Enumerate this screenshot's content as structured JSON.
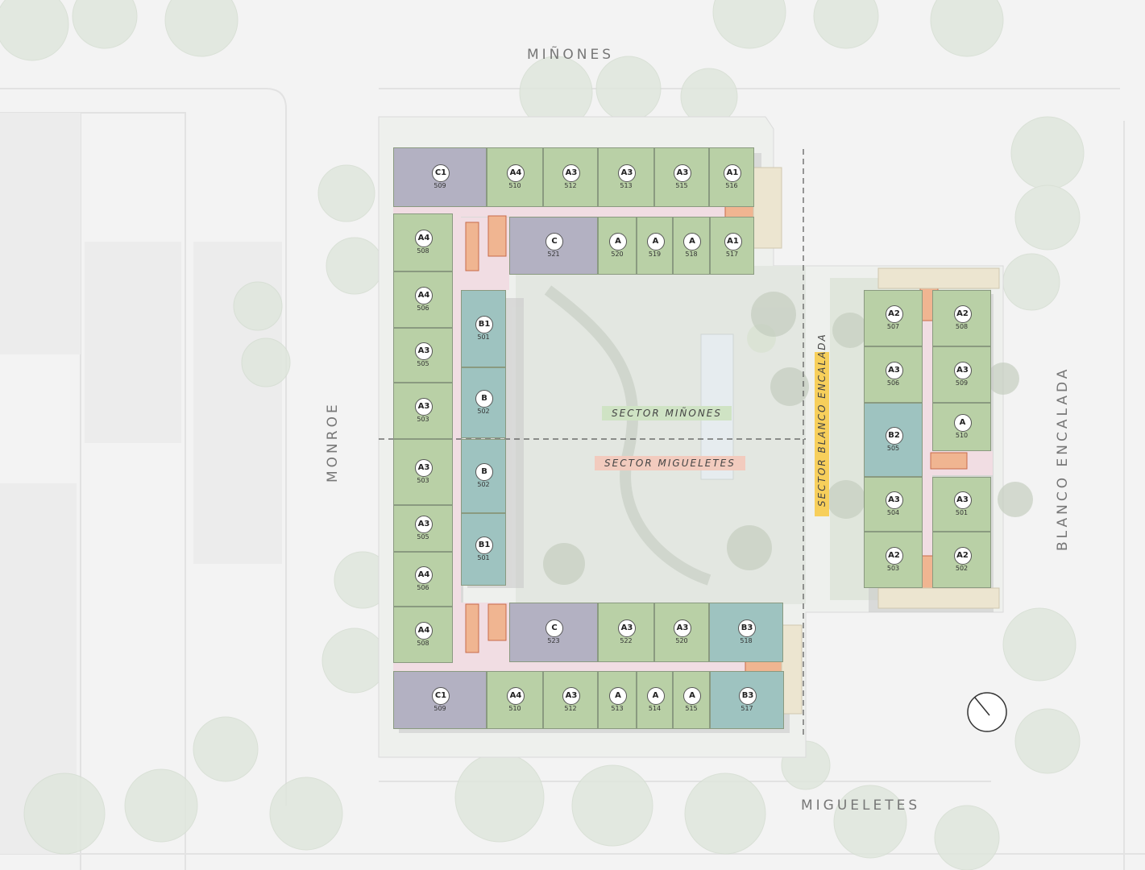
{
  "streets": {
    "north": "MIÑONES",
    "south": "MIGUELETES",
    "west": "MONROE",
    "east": "BLANCO ENCALADA"
  },
  "sectors": {
    "minones": "SECTOR MIÑONES",
    "migueletes": "SECTOR MIGUELETES",
    "blanco_encalada": "SECTOR BLANCO ENCALADA"
  },
  "colors": {
    "type_a": "#b9d0a6",
    "type_b": "#9ec3c0",
    "type_c": "#b3b1c2",
    "circulation": "#f1dde3",
    "stair": "#f0b591",
    "courtyard": "#e3e7e1",
    "sector_minones_label": "#cfe3c4",
    "sector_migueletes_label": "#f2cbbe",
    "sector_blanco_label": "#f7cf5b"
  },
  "north_arrow_icon": "north-arrow-icon",
  "units": [
    {
      "type": "C1",
      "num": "509",
      "c": "p"
    },
    {
      "type": "A4",
      "num": "510",
      "c": "g"
    },
    {
      "type": "A3",
      "num": "512",
      "c": "g"
    },
    {
      "type": "A3",
      "num": "513",
      "c": "g"
    },
    {
      "type": "A3",
      "num": "515",
      "c": "g"
    },
    {
      "type": "A1",
      "num": "516",
      "c": "g"
    },
    {
      "type": "C",
      "num": "521",
      "c": "p"
    },
    {
      "type": "A",
      "num": "520",
      "c": "g"
    },
    {
      "type": "A",
      "num": "519",
      "c": "g"
    },
    {
      "type": "A",
      "num": "518",
      "c": "g"
    },
    {
      "type": "A1",
      "num": "517",
      "c": "g"
    },
    {
      "type": "A4",
      "num": "508",
      "c": "g"
    },
    {
      "type": "A4",
      "num": "506",
      "c": "g"
    },
    {
      "type": "A3",
      "num": "505",
      "c": "g"
    },
    {
      "type": "A3",
      "num": "503",
      "c": "g"
    },
    {
      "type": "A3",
      "num": "503",
      "c": "g"
    },
    {
      "type": "A3",
      "num": "505",
      "c": "g"
    },
    {
      "type": "A4",
      "num": "506",
      "c": "g"
    },
    {
      "type": "A4",
      "num": "508",
      "c": "g"
    },
    {
      "type": "B1",
      "num": "501",
      "c": "t"
    },
    {
      "type": "B",
      "num": "502",
      "c": "t"
    },
    {
      "type": "B",
      "num": "502",
      "c": "t"
    },
    {
      "type": "B1",
      "num": "501",
      "c": "t"
    },
    {
      "type": "C",
      "num": "523",
      "c": "p"
    },
    {
      "type": "A3",
      "num": "522",
      "c": "g"
    },
    {
      "type": "A3",
      "num": "520",
      "c": "g"
    },
    {
      "type": "B3",
      "num": "518",
      "c": "t"
    },
    {
      "type": "C1",
      "num": "509",
      "c": "p"
    },
    {
      "type": "A4",
      "num": "510",
      "c": "g"
    },
    {
      "type": "A3",
      "num": "512",
      "c": "g"
    },
    {
      "type": "A",
      "num": "513",
      "c": "g"
    },
    {
      "type": "A",
      "num": "514",
      "c": "g"
    },
    {
      "type": "A",
      "num": "515",
      "c": "g"
    },
    {
      "type": "B3",
      "num": "517",
      "c": "t"
    },
    {
      "type": "A2",
      "num": "507",
      "c": "g"
    },
    {
      "type": "A2",
      "num": "508",
      "c": "g"
    },
    {
      "type": "A3",
      "num": "506",
      "c": "g"
    },
    {
      "type": "A3",
      "num": "509",
      "c": "g"
    },
    {
      "type": "B2",
      "num": "505",
      "c": "t"
    },
    {
      "type": "A",
      "num": "510",
      "c": "g"
    },
    {
      "type": "A3",
      "num": "504",
      "c": "g"
    },
    {
      "type": "A3",
      "num": "501",
      "c": "g"
    },
    {
      "type": "A2",
      "num": "503",
      "c": "g"
    },
    {
      "type": "A2",
      "num": "502",
      "c": "g"
    }
  ]
}
